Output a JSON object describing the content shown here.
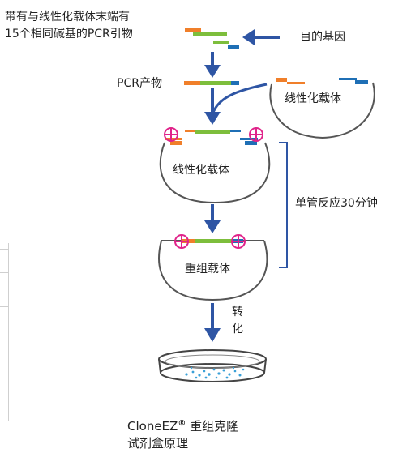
{
  "primer_label_line1": "带有与线性化载体末端有",
  "primer_label_line2": "15个相同碱基的PCR引物",
  "target_gene_label": "目的基因",
  "pcr_product_label": "PCR产物",
  "linear_vector_label_top": "线性化载体",
  "linear_vector_label_mid": "线性化载体",
  "single_tube_label": "单管反应30分钟",
  "recombinant_vector_label": "重组载体",
  "transform_label_1": "转",
  "transform_label_2": "化",
  "clone_title_name": "CloneEZ",
  "clone_title_reg": "®",
  "clone_title_rest": " 重组克隆",
  "clone_title_line2": "试剂盒原理",
  "colors": {
    "arrow": "#2e55a4",
    "insert_green": "#7dbe3c",
    "homology_orange": "#f07f2a",
    "homology_blue": "#1f6fb5",
    "marker_magenta": "#e0238a",
    "outline": "#555555",
    "colony_blue": "#3aa0d8"
  }
}
